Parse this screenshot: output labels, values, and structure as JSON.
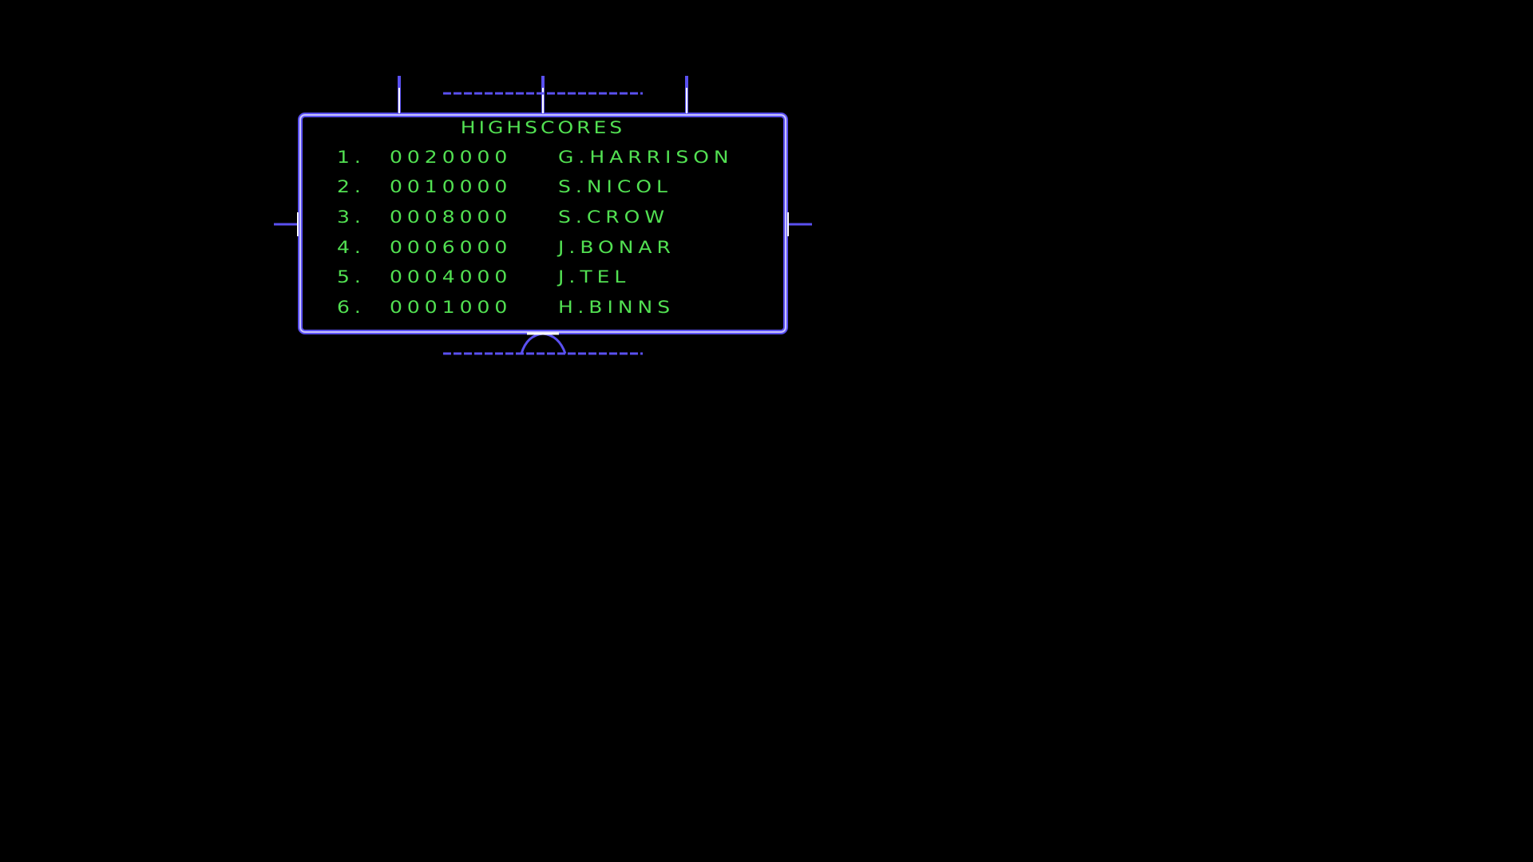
{
  "title": "HIGHSCORES",
  "scores": [
    {
      "rank": "1.",
      "score": "0020000",
      "name": "G.HARRISON"
    },
    {
      "rank": "2.",
      "score": "0010000",
      "name": "S.NICOL"
    },
    {
      "rank": "3.",
      "score": "0008000",
      "name": "S.CROW"
    },
    {
      "rank": "4.",
      "score": "0006000",
      "name": "J.BONAR"
    },
    {
      "rank": "5.",
      "score": "0004000",
      "name": "J.TEL"
    },
    {
      "rank": "6.",
      "score": "0001000",
      "name": "H.BINNS"
    }
  ],
  "colors": {
    "frame": "#5a50f0",
    "text": "#52e052",
    "background": "#000000"
  }
}
